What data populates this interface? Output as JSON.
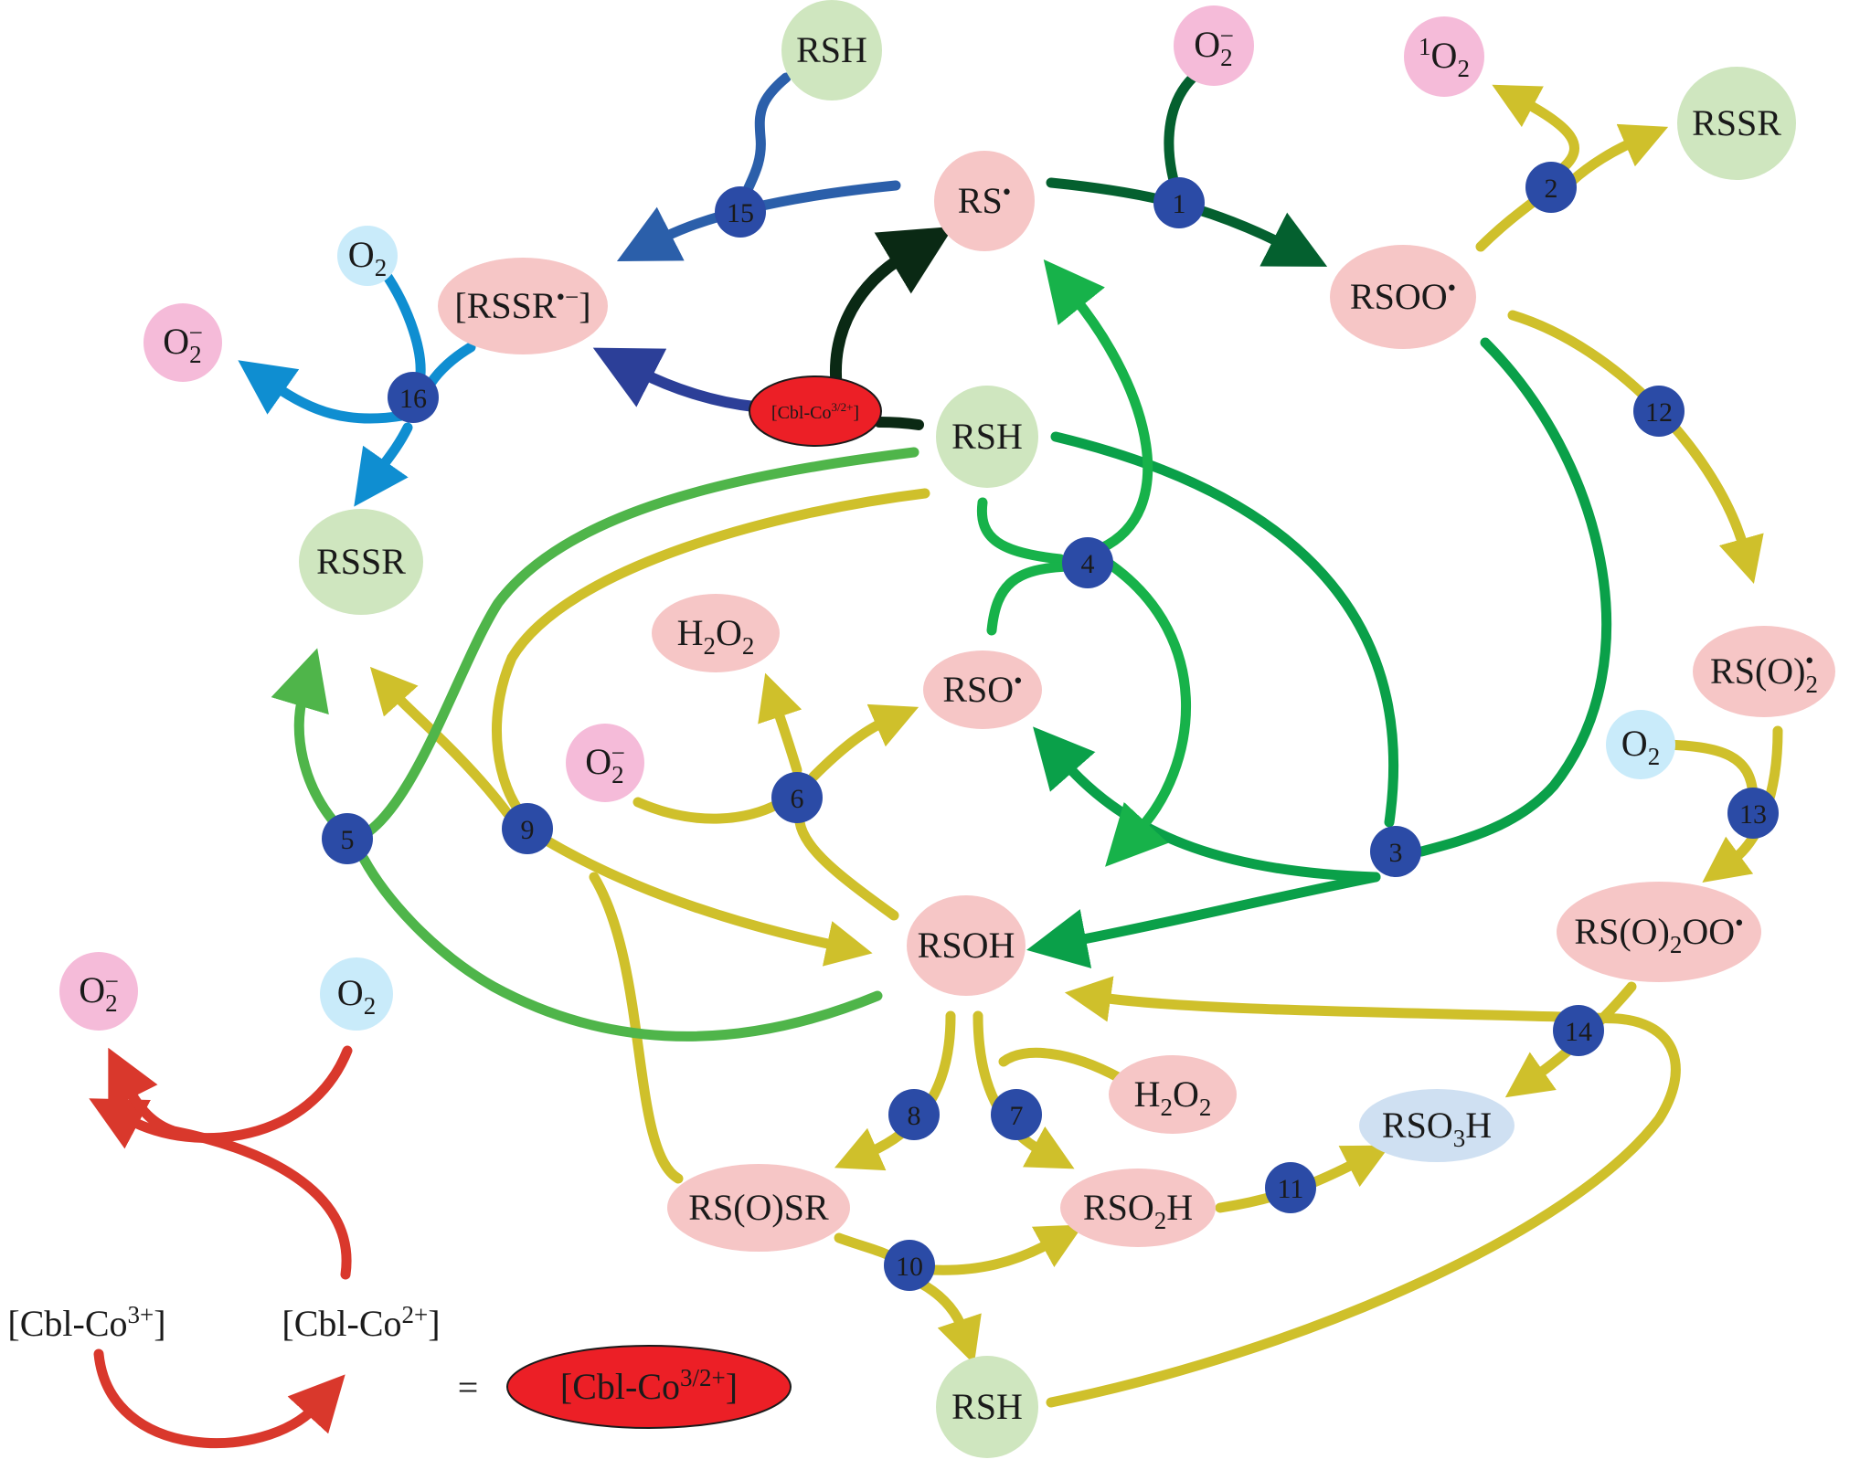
{
  "colors": {
    "pink": "#f6c6c6",
    "green_node": "#cfe6bf",
    "blue_node": "#c9ebfa",
    "magenta": "#f5bbd9",
    "lavender": "#cfe0f2",
    "step": "#2b4ba6",
    "yellow": "#cfc02b",
    "dark_green": "#04602f",
    "mid_green": "#0aa049",
    "light_green": "#17b24a",
    "grass_green": "#4fb54a",
    "navy": "#2c3f98",
    "blue": "#2b5faa",
    "cyan": "#0f8ed1",
    "black_green": "#0a2914",
    "red": "#d9382c",
    "cbl_fill": "#ec1f26"
  },
  "nodes": {
    "rsh_top": {
      "label": "RSH"
    },
    "o2m_top": {
      "label": "O",
      "sub": "2",
      "sup": "−"
    },
    "singlet_o2": {
      "pre": "1",
      "label": "O",
      "sub": "2"
    },
    "rssr_top_right": {
      "label": "RSSR"
    },
    "rs_radical": {
      "label": "RS",
      "sup": "•"
    },
    "rssr_anion": {
      "label": "[RSSR",
      "sup": "•−",
      "tail": "]"
    },
    "o2_left": {
      "label": "O",
      "sub": "2"
    },
    "o2m_left": {
      "label": "O",
      "sub": "2",
      "sup": "−"
    },
    "rsoo_radical": {
      "label": "RSOO",
      "sup": "•"
    },
    "cbl_small": {
      "label": "[Cbl-Co",
      "sup": "3/2+",
      "tail": "]"
    },
    "rsh_center": {
      "label": "RSH"
    },
    "rssr_left": {
      "label": "RSSR"
    },
    "h2o2_upper": {
      "label": "H",
      "sub": "2",
      "mid": "O",
      "sub2": "2"
    },
    "rso_radical": {
      "label": "RSO",
      "sup": "•"
    },
    "o2m_center": {
      "label": "O",
      "sub": "2",
      "sup": "−"
    },
    "rso2_radical": {
      "label": "RS(O)",
      "sub": "2",
      "sup": "•"
    },
    "o2_right": {
      "label": "O",
      "sub": "2"
    },
    "rso2oo_radical": {
      "label": "RS(O)",
      "sub": "2",
      "tail": "OO",
      "sup": "•"
    },
    "rsoh": {
      "label": "RSOH"
    },
    "h2o2_lower": {
      "label": "H",
      "sub": "2",
      "mid": "O",
      "sub2": "2"
    },
    "rso3h": {
      "label": "RSO",
      "sub": "3",
      "tail": "H"
    },
    "rsosr": {
      "label": "RS(O)SR"
    },
    "rso2h": {
      "label": "RSO",
      "sub": "2",
      "tail": "H"
    },
    "rsh_bottom": {
      "label": "RSH"
    },
    "o2m_legend": {
      "label": "O",
      "sub": "2",
      "sup": "−"
    },
    "o2_legend": {
      "label": "O",
      "sub": "2"
    },
    "cbl_large": {
      "label": "[Cbl-Co",
      "sup": "3/2+",
      "tail": "]"
    }
  },
  "legend": {
    "co3_label": {
      "label": "[Cbl-Co",
      "sup": "3+",
      "tail": "]"
    },
    "co2_label": {
      "label": "[Cbl-Co",
      "sup": "2+",
      "tail": "]"
    },
    "equals": "="
  },
  "steps": [
    "1",
    "2",
    "3",
    "4",
    "5",
    "6",
    "7",
    "8",
    "9",
    "10",
    "11",
    "12",
    "13",
    "14",
    "15",
    "16"
  ]
}
